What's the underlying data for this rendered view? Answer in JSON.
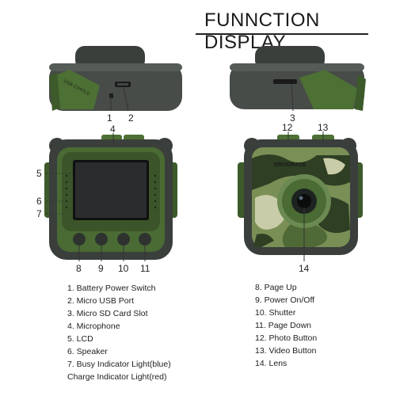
{
  "title": "FUNNCTION DISPLAY",
  "brand_logo_text": "DROGRACE",
  "port_label": "USB-C/HOLD",
  "callouts": {
    "n1": "1",
    "n2": "2",
    "n3": "3",
    "n4": "4",
    "n5": "5",
    "n6": "6",
    "n7": "7",
    "n8": "8",
    "n9": "9",
    "n10": "10",
    "n11": "11",
    "n12": "12",
    "n13": "13",
    "n14": "14"
  },
  "legend_left": [
    "1. Battery Power Switch",
    "2. Micro USB Port",
    "3. Micro SD Card Slot",
    "4. Microphone",
    "5. LCD",
    "6. Speaker",
    "7. Busy Indicator Light(blue)",
    "Charge Indicator Light(red)"
  ],
  "legend_right": [
    "8. Page Up",
    "9. Power On/Off",
    "10. Shutter",
    "11. Page Down",
    "12. Photo Button",
    "13. Video Button",
    "14. Lens"
  ],
  "colors": {
    "body_dark": "#3a3f3c",
    "body_green": "#3f5a34",
    "accent_green": "#557a3a",
    "screen": "#2a2c2e"
  }
}
